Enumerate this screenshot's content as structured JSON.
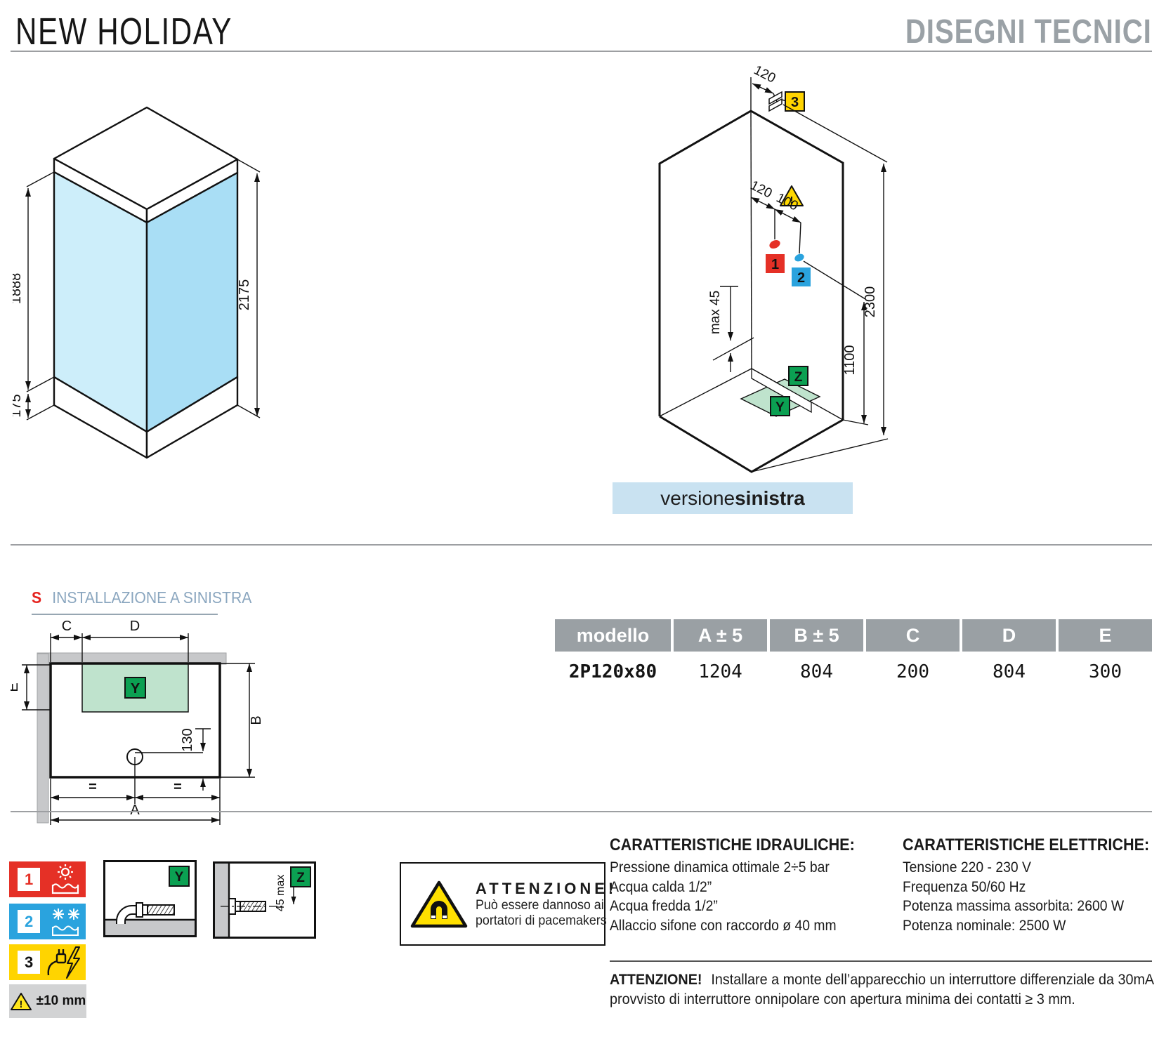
{
  "page": {
    "title_left": "NEW HOLIDAY",
    "title_right": "DISEGNI TECNICI"
  },
  "iso_cabin": {
    "dim_glass_height": "1888",
    "dim_tray_height": "175",
    "dim_total_height": "2175"
  },
  "iso_room": {
    "dim_socket_offset": "120",
    "dim_hot_offset": "120",
    "dim_cold_offset": "100",
    "dim_max_wall": "max 45",
    "dim_supply_height": "2300",
    "dim_drain_height": "1100",
    "marker_hot": "1",
    "marker_cold": "2",
    "marker_power": "3",
    "marker_warning": "!",
    "marker_drain_area": "Y",
    "marker_drain_wall": "Z",
    "caption_prefix": "versione ",
    "caption_bold": "sinistra"
  },
  "plan": {
    "section_letter": "S",
    "section_title": "INSTALLAZIONE A SINISTRA",
    "dim_c": "C",
    "dim_d": "D",
    "dim_e": "E",
    "dim_b": "B",
    "dim_a": "A",
    "dim_drain": "130",
    "equal": "=",
    "marker_y": "Y"
  },
  "table": {
    "headers": [
      "modello",
      "A ± 5",
      "B ± 5",
      "C",
      "D",
      "E"
    ],
    "row": {
      "model": "2P120x80",
      "values": [
        "1204",
        "804",
        "200",
        "804",
        "300"
      ]
    }
  },
  "legend": {
    "item1": {
      "number": "1"
    },
    "item2": {
      "number": "2"
    },
    "item3": {
      "number": "3"
    },
    "tolerance": "±10 mm",
    "detail_y_label": "Y",
    "detail_z_label": "Z",
    "detail_z_dim": "45 max"
  },
  "warning_box": {
    "title": "ATTENZIONE!",
    "line1": "Può essere dannoso ai",
    "line2": "portatori di pacemakers"
  },
  "hydraulic": {
    "title": "CARATTERISTICHE IDRAULICHE:",
    "lines": [
      "Pressione dinamica ottimale 2÷5 bar",
      "Acqua calda 1/2”",
      "Acqua fredda 1/2”",
      "Allaccio sifone con raccordo ø 40 mm"
    ]
  },
  "electric": {
    "title": "CARATTERISTICHE ELETTRICHE:",
    "lines": [
      "Tensione 220 - 230 V",
      "Frequenza 50/60 Hz",
      "Potenza massima assorbita: 2600 W",
      "Potenza nominale: 2500 W"
    ]
  },
  "bottom_warning": {
    "title": "ATTENZIONE!",
    "text": "Installare a monte dell’apparecchio un interruttore differenziale da 30mA provvisto di interruttore onnipolare con apertura minima dei contatti ≥ 3 mm."
  },
  "colors": {
    "hot_red": "#e53026",
    "cold_blue": "#2aa3de",
    "power_yellow": "#ffd400",
    "marker_green": "#0ba052",
    "area_green": "#bfe3cd",
    "glass_blue": "#a9def5",
    "caption_bg": "#c9e2f1",
    "table_header_gray": "#9aa0a4"
  }
}
